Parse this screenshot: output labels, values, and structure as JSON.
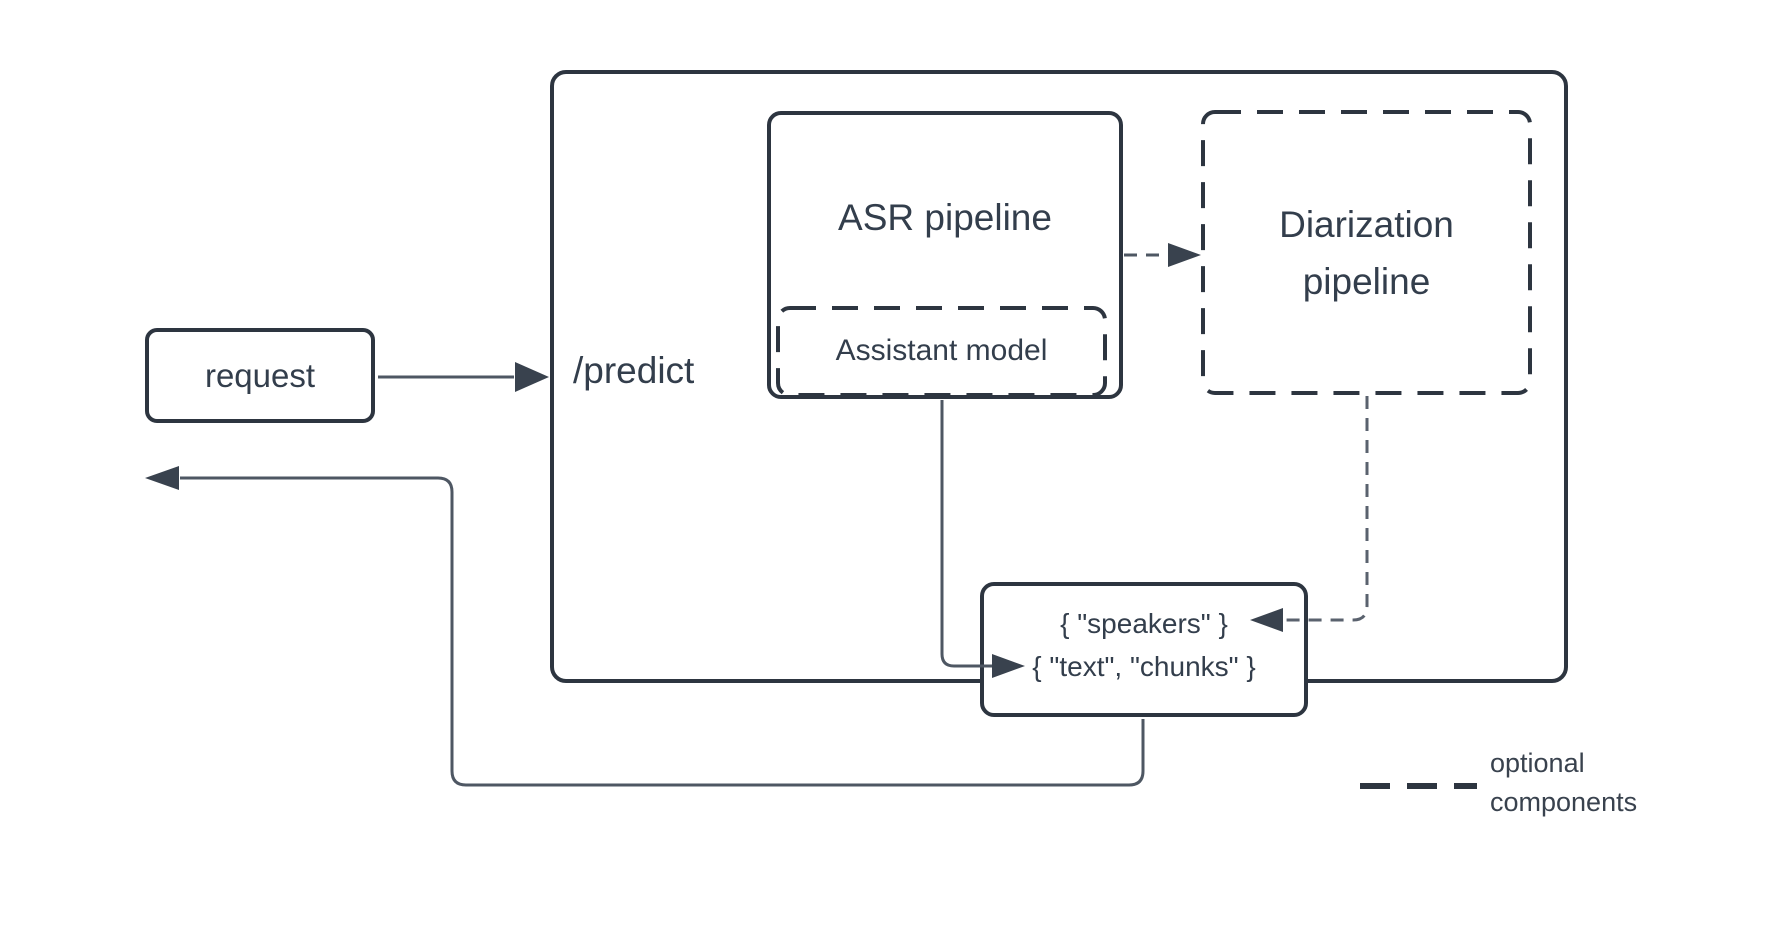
{
  "diagram": {
    "nodes": {
      "request": {
        "label": "request"
      },
      "predict": {
        "label": "/predict"
      },
      "asr_pipeline": {
        "label": "ASR pipeline"
      },
      "assistant_model": {
        "label": "Assistant model"
      },
      "diarization_pipeline": {
        "label": "Diarization pipeline"
      },
      "output": {
        "line1": "{ \"speakers\" }",
        "line2": "{ \"text\", \"chunks\" }"
      }
    },
    "legend": {
      "label": "optional components"
    },
    "colors": {
      "border": "#2d3540",
      "line": "#4e5763",
      "dashed_line": "#5a626e",
      "arrowhead": "#39424e",
      "text": "#333e4c",
      "background": "#ffffff"
    }
  }
}
